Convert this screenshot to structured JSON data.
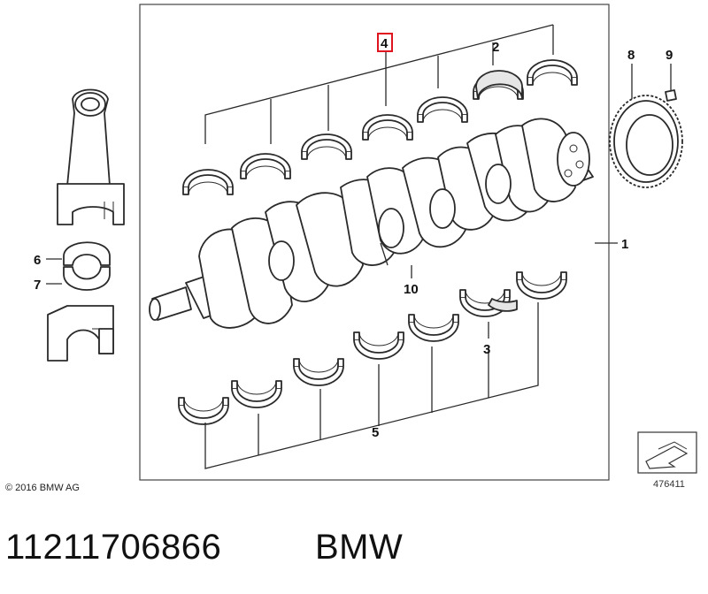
{
  "callouts": {
    "c1": "1",
    "c2": "2",
    "c3": "3",
    "c4": "4",
    "c5": "5",
    "c6": "6",
    "c7": "7",
    "c8": "8",
    "c9": "9",
    "c10": "10"
  },
  "highlight_callout": "4",
  "highlight_color": "#e0141e",
  "copyright": "© 2016 BMW AG",
  "image_number": "476411",
  "part_number": "11211706866",
  "brand": "BMW"
}
